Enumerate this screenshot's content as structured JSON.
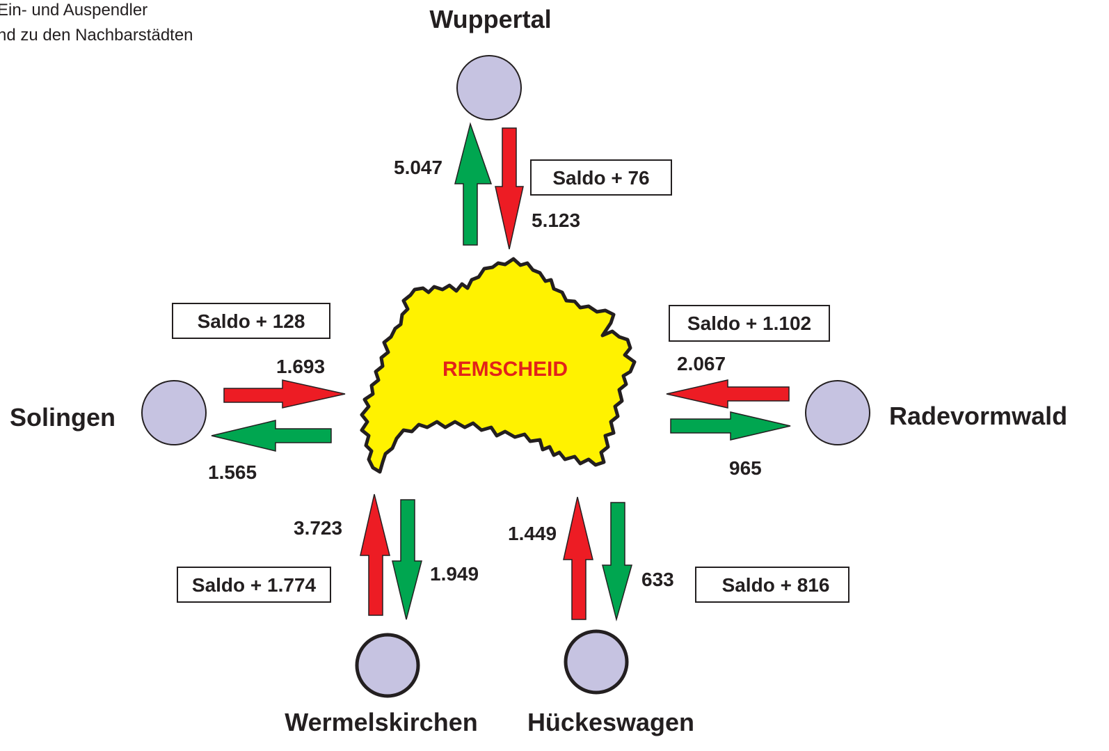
{
  "title_lines": [
    "Ein- und Auspendler",
    "nd zu den Nachbarstädten"
  ],
  "center_label": "REMSCHEID",
  "colors": {
    "inbound": "#ed1c24",
    "outbound": "#00a650",
    "city_circle": "#c6c3e1",
    "remscheid_shape": "#fff200"
  },
  "cities": {
    "wuppertal": {
      "name": "Wuppertal",
      "outbound": "5.047",
      "inbound": "5.123",
      "saldo": "Saldo + 76"
    },
    "solingen": {
      "name": "Solingen",
      "inbound": "1.693",
      "outbound": "1.565",
      "saldo": "Saldo + 128"
    },
    "radevormwald": {
      "name": "Radevormwald",
      "inbound": "2.067",
      "outbound": "965",
      "saldo": "Saldo + 1.102"
    },
    "wermelskirchen": {
      "name": "Wermelskirchen",
      "inbound": "3.723",
      "outbound": "1.949",
      "saldo": "Saldo + 1.774"
    },
    "hueckeswagen": {
      "name": "Hückeswagen",
      "inbound": "1.449",
      "outbound": "633",
      "saldo": "Saldo + 816"
    }
  }
}
